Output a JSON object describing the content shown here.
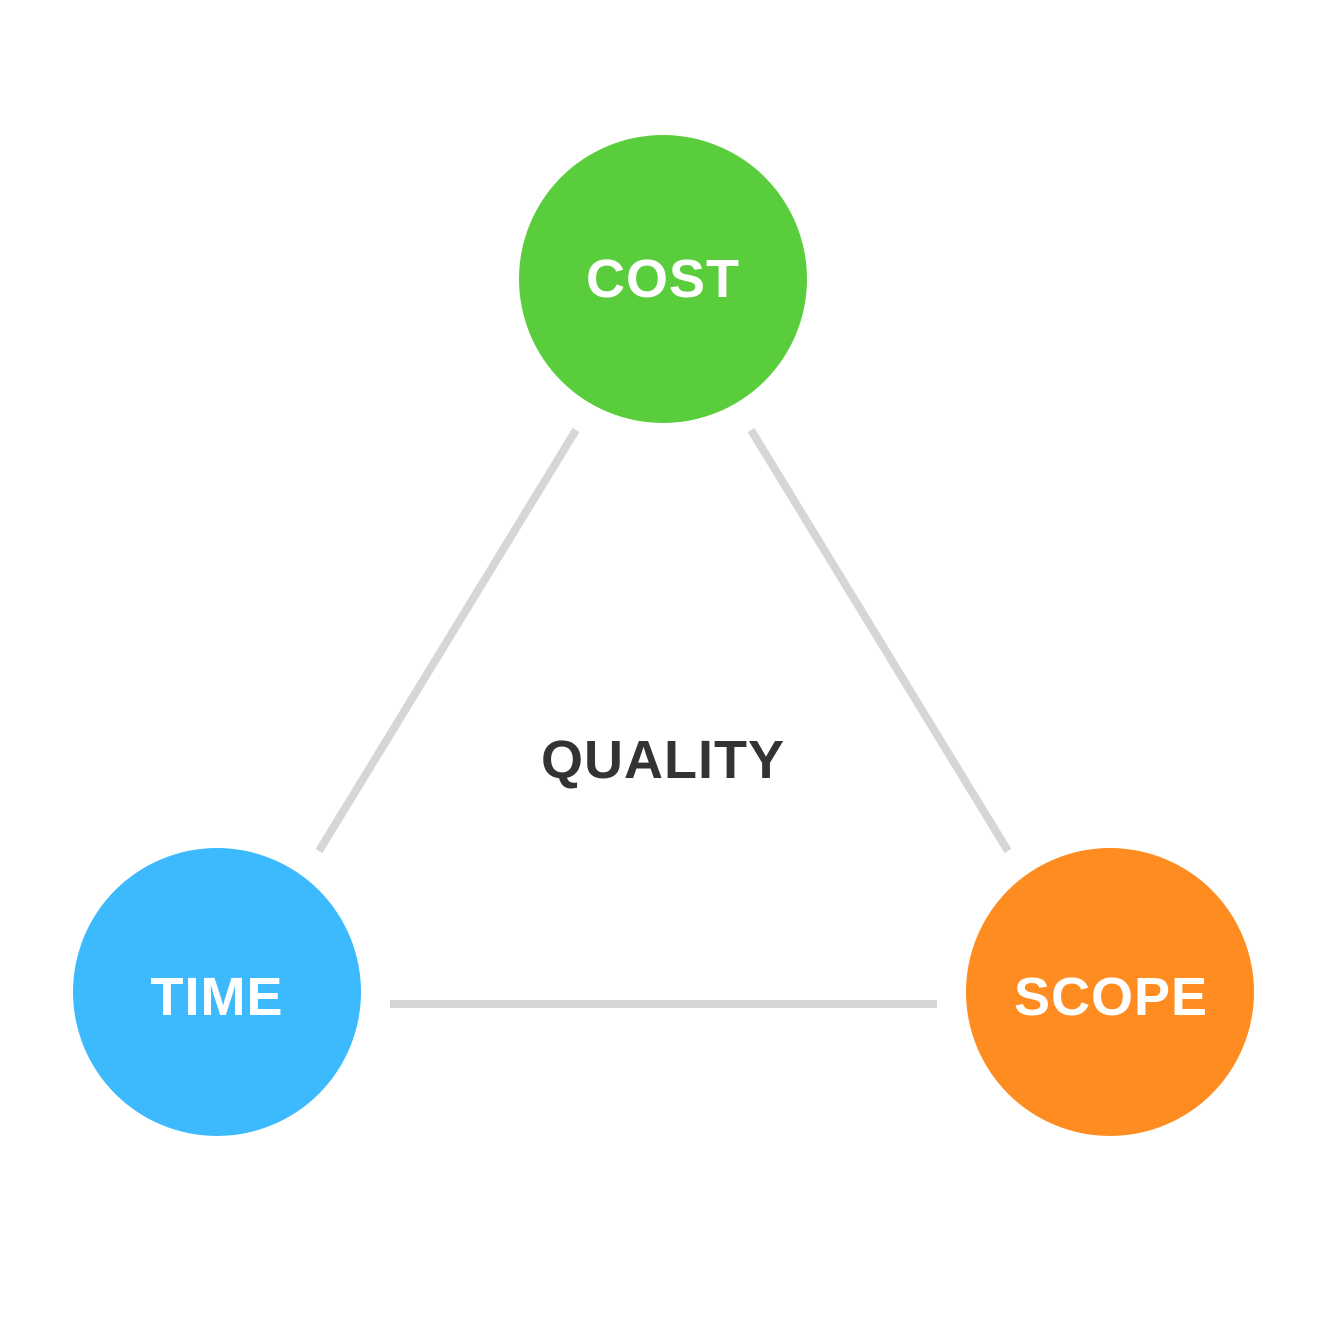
{
  "diagram": {
    "nodes": {
      "cost": {
        "label": "COST",
        "color": "#5ACD3C"
      },
      "time": {
        "label": "TIME",
        "color": "#3DB9FD"
      },
      "scope": {
        "label": "SCOPE",
        "color": "#FF8C21"
      }
    },
    "center": {
      "label": "QUALITY",
      "color": "#333333"
    },
    "edge_color": "#D6D6D6"
  }
}
